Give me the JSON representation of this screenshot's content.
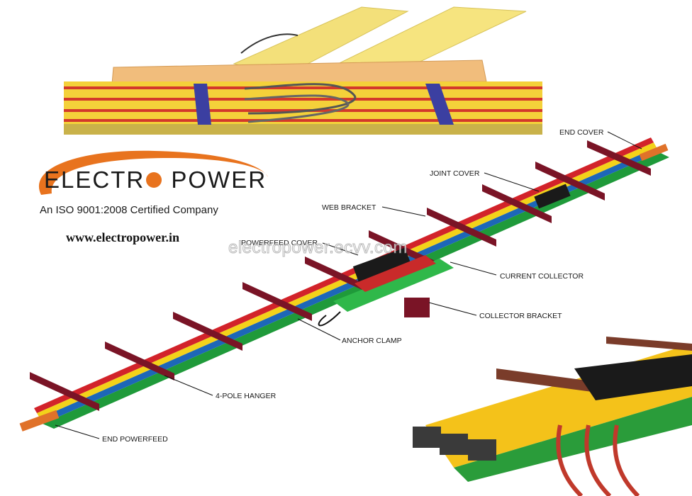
{
  "brand": {
    "name_part1": "ELECTR",
    "name_part2": "POWER",
    "tagline": "An ISO 9001:2008 Certified Company",
    "website": "www.electropower.in",
    "accent_color": "#e8731e"
  },
  "watermark": "electropower.ecvv.com",
  "labels": {
    "end_cover": "END COVER",
    "joint_cover": "JOINT COVER",
    "web_bracket": "WEB BRACKET",
    "powerfeed_cover": "POWERFEED COVER",
    "current_collector": "CURRENT COLLECTOR",
    "collector_bracket": "COLLECTOR BRACKET",
    "anchor_clamp": "ANCHOR CLAMP",
    "four_pole_hanger": "4-POLE HANGER",
    "end_powerfeed": "END POWERFEED"
  },
  "colors": {
    "rail_green": "#1f9a3a",
    "rail_blue": "#1d67b8",
    "rail_yellow": "#f3d21a",
    "rail_red": "#d2232a",
    "bracket": "#7a1426",
    "beam": "#f5e27a"
  }
}
